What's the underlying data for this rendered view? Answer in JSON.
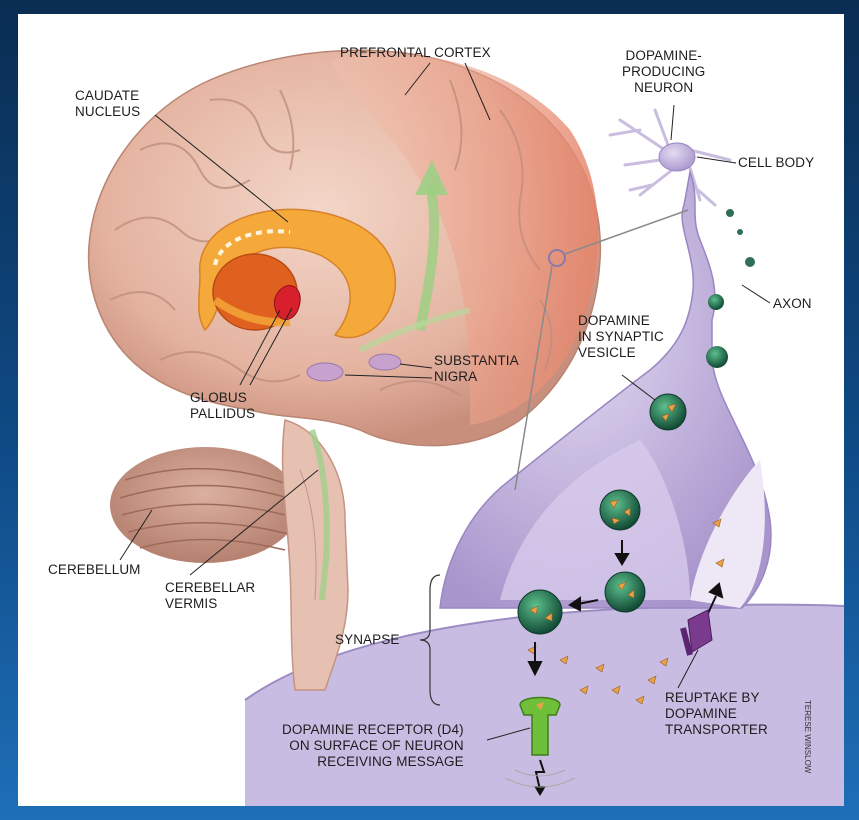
{
  "labels": {
    "prefrontal_cortex": "PREFRONTAL CORTEX",
    "caudate_nucleus": "CAUDATE\nNUCLEUS",
    "dopamine_producing_neuron": "DOPAMINE-\nPRODUCING\nNEURON",
    "cell_body": "CELL BODY",
    "axon": "AXON",
    "dopamine_vesicle": "DOPAMINE\nIN SYNAPTIC\nVESICLE",
    "substantia_nigra": "SUBSTANTIA\nNIGRA",
    "globus_pallidus": "GLOBUS\nPALLIDUS",
    "cerebellum": "CEREBELLUM",
    "cerebellar_vermis": "CEREBELLAR\nVERMIS",
    "synapse": "SYNAPSE",
    "reuptake": "REUPTAKE BY\nDOPAMINE\nTRANSPORTER",
    "receptor": "DOPAMINE RECEPTOR (D4)\nON SURFACE OF NEURON\nRECEIVING MESSAGE"
  },
  "credit": "TERESE WINSLOW",
  "colors": {
    "background_blue": "#0f4b86",
    "brain": "#e9bfae",
    "cortex": "#e89a80",
    "caudate": "#f2a236",
    "globus": "#d81f2c",
    "neuron": "#b9a9d6",
    "vesicle": "#1f6a4c",
    "receptor": "#6fbf3a",
    "transporter": "#7a3b8f"
  }
}
